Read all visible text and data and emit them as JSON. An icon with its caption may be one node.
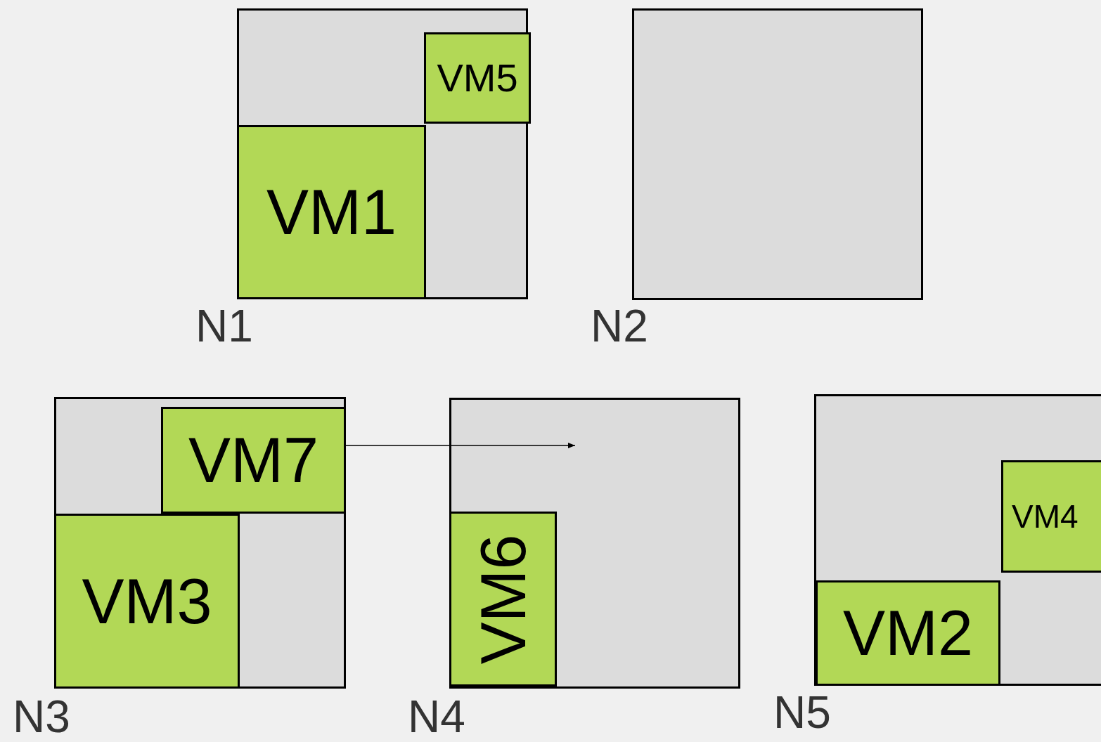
{
  "diagram": {
    "nodes": [
      {
        "text": [
          "N1"
        ]
      },
      {
        "text": [
          "VM5"
        ],
        "in": 0
      },
      {
        "text": [
          "VM1"
        ],
        "in": 0
      },
      {
        "text": [
          "N2"
        ]
      },
      {
        "text": [
          "N3"
        ]
      },
      {
        "text": [
          "VM7"
        ],
        "in": 4
      },
      {
        "text": [
          "VM3"
        ],
        "in": 4
      },
      {
        "text": [
          "N4"
        ]
      },
      {
        "text": [
          "VM6"
        ],
        "in": 7
      },
      {
        "text": [
          "N5"
        ]
      },
      {
        "text": [
          "VM4"
        ],
        "in": 9
      },
      {
        "text": [
          "VM2"
        ],
        "in": 9
      }
    ],
    "edges": [
      {
        "from": 5,
        "to": 7,
        "arrow": "to"
      }
    ]
  }
}
